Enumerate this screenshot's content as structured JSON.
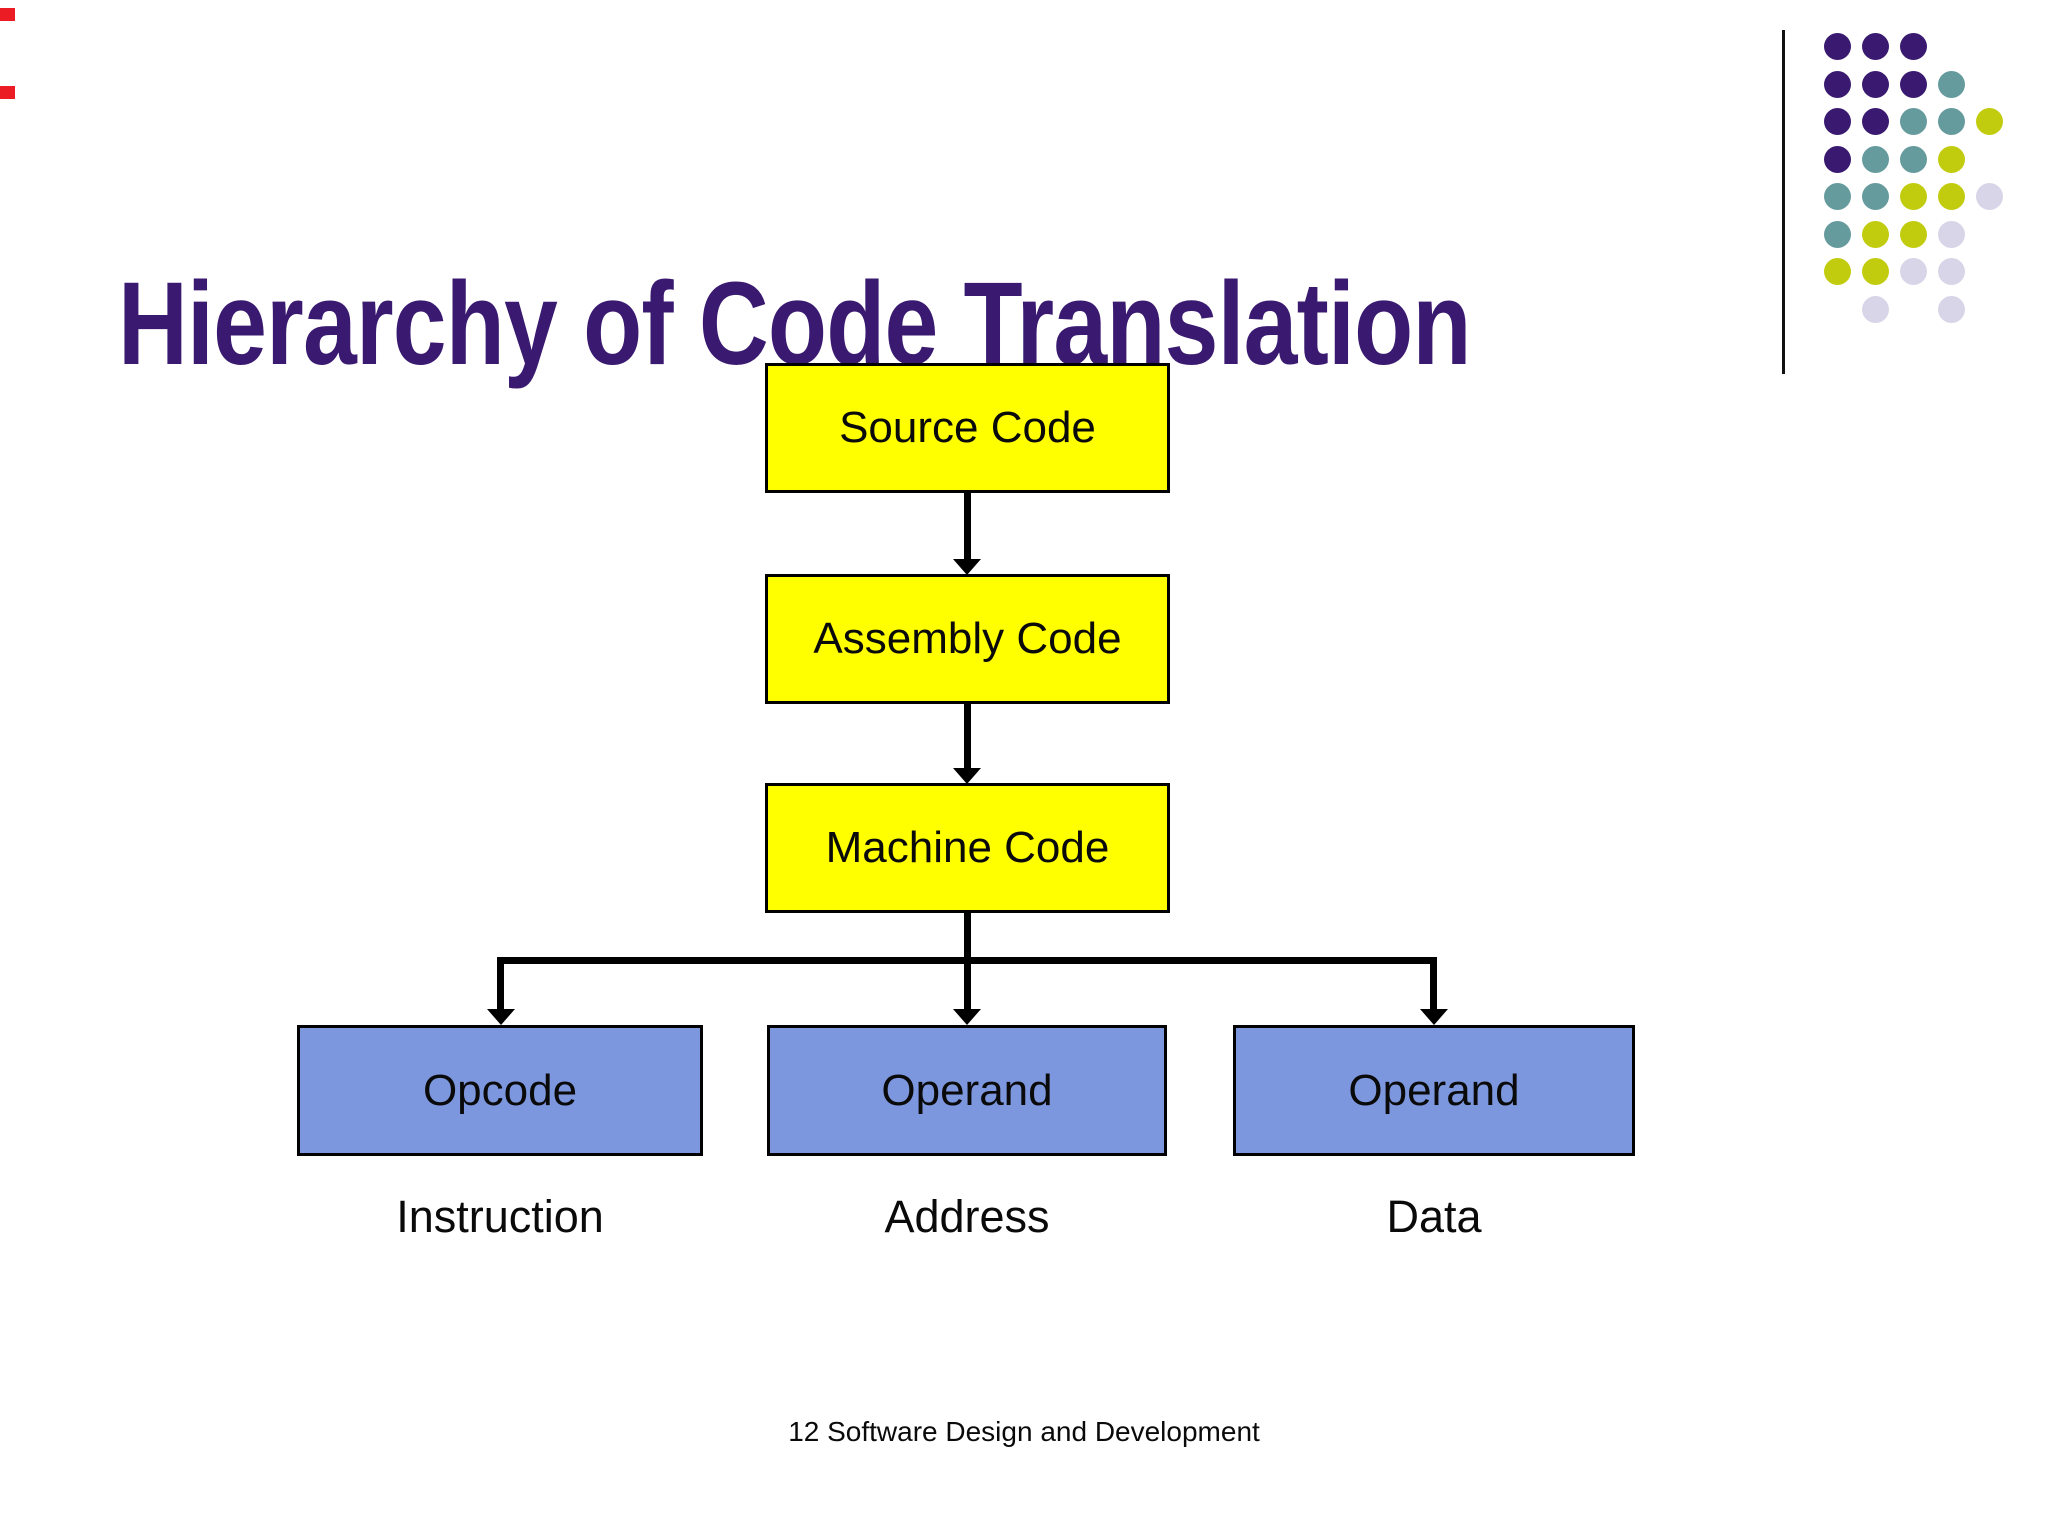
{
  "slide": {
    "title": "Hierarchy of Code Translation",
    "footer": "12 Software Design and Development"
  },
  "flowchart": {
    "chain": [
      {
        "label": "Source Code"
      },
      {
        "label": "Assembly Code"
      },
      {
        "label": "Machine Code"
      }
    ],
    "fields": [
      {
        "label": "Opcode",
        "sublabel": "Instruction"
      },
      {
        "label": "Operand",
        "sublabel": "Address"
      },
      {
        "label": "Operand",
        "sublabel": "Data"
      }
    ]
  },
  "colors": {
    "title": "#3A1A70",
    "chain_box_fill": "#FFFF00",
    "field_box_fill": "#7D97DF",
    "box_border": "#000000",
    "arrow": "#000000"
  },
  "decor_dots": {
    "colors": {
      "purple": "#3A1A70",
      "teal": "#669B9E",
      "olive": "#C2CC0F",
      "lavender": "#D8D5E8"
    },
    "rows": [
      [
        "purple",
        "purple",
        "purple",
        null,
        null
      ],
      [
        "purple",
        "purple",
        "purple",
        "teal",
        null
      ],
      [
        "purple",
        "purple",
        "teal",
        "teal",
        "olive"
      ],
      [
        "purple",
        "teal",
        "teal",
        "olive",
        null
      ],
      [
        "teal",
        "teal",
        "olive",
        "olive",
        "lavender"
      ],
      [
        "teal",
        "olive",
        "olive",
        "lavender",
        null
      ],
      [
        "olive",
        "olive",
        "lavender",
        "lavender",
        null
      ],
      [
        null,
        "lavender",
        null,
        "lavender",
        null
      ]
    ]
  }
}
